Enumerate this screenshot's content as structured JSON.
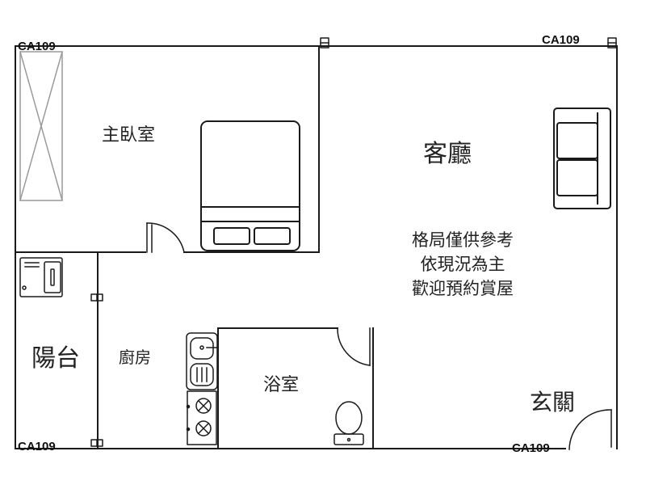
{
  "rooms": {
    "master_bedroom": "主臥室",
    "living_room": "客廳",
    "balcony": "陽台",
    "kitchen": "廚房",
    "bathroom": "浴室",
    "entrance": "玄關"
  },
  "notes": [
    "格局僅供參考",
    "依現況為主",
    "歡迎預約賞屋"
  ],
  "codes": {
    "top_left": "CA109",
    "top_right": "CA109",
    "bottom_left": "CA109",
    "bottom_right": "CA109"
  },
  "colors": {
    "line": "#1a1a1a",
    "faint": "#9a9a9a",
    "background": "#ffffff"
  }
}
